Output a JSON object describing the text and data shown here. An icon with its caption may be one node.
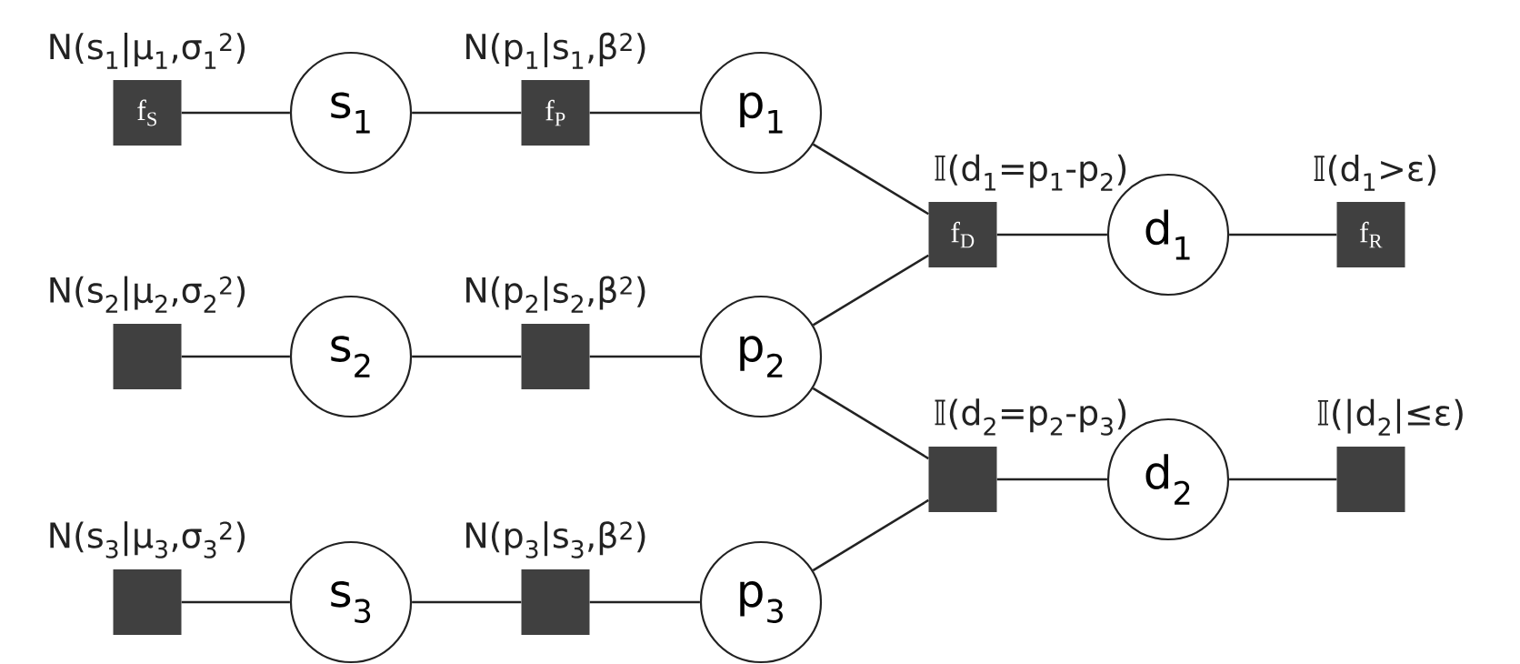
{
  "diagram": {
    "nodes": [
      {
        "text": [
          "f$_{S}$"
        ],
        "beside": [
          "N(s$_{1}$|μ$_{1}$,σ$_{1}$$^{2}$)"
        ]
      },
      {
        "text": [
          "s$_{1}$"
        ]
      },
      {
        "text": [
          "f$_{P}$"
        ],
        "beside": [
          "N(p$_{1}$|s$_{1}$,β$^{2}$)"
        ]
      },
      {
        "text": [
          "p$_{1}$"
        ]
      },
      {
        "text": [
          "f$_{D}$"
        ],
        "beside": [
          "𝕀(d$_{1}$=p$_{1}$-p$_{2}$)"
        ]
      },
      {
        "text": [
          "d$_{1}$"
        ]
      },
      {
        "text": [
          "f$_{R}$"
        ],
        "beside": [
          "𝕀(d$_{1}$>ε)"
        ]
      },
      {
        "text": [],
        "shape": "box",
        "beside": [
          "N(s$_{2}$|μ$_{2}$,σ$_{2}$$^{2}$)"
        ]
      },
      {
        "text": [
          "s$_{2}$"
        ]
      },
      {
        "text": [],
        "shape": "box",
        "beside": [
          "N(p$_{2}$|s$_{2}$,β$^{2}$)"
        ]
      },
      {
        "text": [
          "p$_{2}$"
        ]
      },
      {
        "text": [],
        "shape": "box",
        "beside": [
          "𝕀(d$_{2}$=p$_{2}$-p$_{3}$)"
        ]
      },
      {
        "text": [
          "d$_{2}$"
        ]
      },
      {
        "text": [],
        "shape": "box",
        "beside": [
          "𝕀(|d$_{2}$|≤ε)"
        ]
      },
      {
        "text": [],
        "shape": "box",
        "beside": [
          "N(s$_{3}$|μ$_{3}$,σ$_{3}$$^{2}$)"
        ]
      },
      {
        "text": [
          "s$_{3}$"
        ]
      },
      {
        "text": [],
        "shape": "box",
        "beside": [
          "N(p$_{3}$|s$_{3}$,β$^{2}$)"
        ]
      },
      {
        "text": [
          "p$_{3}$"
        ]
      }
    ],
    "edges": [
      {
        "from": 0,
        "to": 1,
        "arrow": "none"
      },
      {
        "from": 1,
        "to": 2,
        "arrow": "none"
      },
      {
        "from": 2,
        "to": 3,
        "arrow": "none"
      },
      {
        "from": 3,
        "to": 4,
        "arrow": "none"
      },
      {
        "from": 4,
        "to": 5,
        "arrow": "none"
      },
      {
        "from": 5,
        "to": 6,
        "arrow": "none"
      },
      {
        "from": 7,
        "to": 8,
        "arrow": "none"
      },
      {
        "from": 8,
        "to": 9,
        "arrow": "none"
      },
      {
        "from": 9,
        "to": 10,
        "arrow": "none"
      },
      {
        "from": 10,
        "to": 4,
        "arrow": "none"
      },
      {
        "from": 10,
        "to": 11,
        "arrow": "none"
      },
      {
        "from": 11,
        "to": 12,
        "arrow": "none"
      },
      {
        "from": 12,
        "to": 13,
        "arrow": "none"
      },
      {
        "from": 14,
        "to": 15,
        "arrow": "none"
      },
      {
        "from": 15,
        "to": 16,
        "arrow": "none"
      },
      {
        "from": 16,
        "to": 17,
        "arrow": "none"
      },
      {
        "from": 17,
        "to": 11,
        "arrow": "none"
      }
    ]
  }
}
